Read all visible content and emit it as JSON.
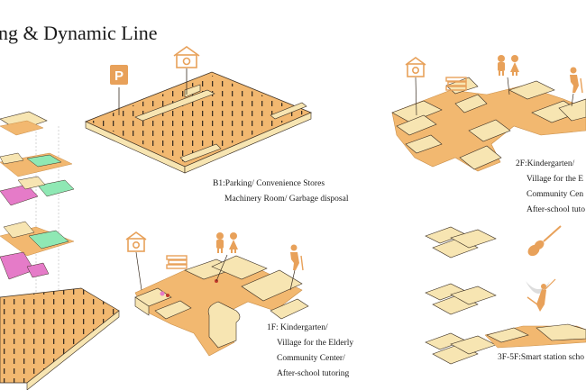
{
  "title": "ng & Dynamic Line",
  "captions": {
    "b1": [
      "B1:Parking/ Convenience Stores",
      "Machinery Room/ Garbage disposal"
    ],
    "f1": [
      "1F: Kindergarten/",
      "Village for the Elderly",
      "Community Center/",
      "After-school tutoring"
    ],
    "f2": [
      "2F:Kindergarten/",
      "Village for the E",
      "Community Cen",
      "After-school tuto"
    ],
    "f35": [
      "3F-5F:Smart station scho"
    ]
  },
  "icons": {
    "parking_letter": "P",
    "parking": "parking-icon",
    "store": "store-icon",
    "kindergarten": "kindergarten-icon",
    "children": "children-icon",
    "elderly": "elderly-icon",
    "books": "books-icon",
    "guitar": "guitar-icon",
    "ballet": "ballet-icon"
  },
  "colors": {
    "floor": "#F2B870",
    "floor_edge": "#C98E48",
    "wall": "#F7E5B2",
    "wall_edge": "#3A2E22",
    "accent_orange": "#E8A15A",
    "pink": "#E57BC8",
    "green": "#8FE8B4"
  }
}
